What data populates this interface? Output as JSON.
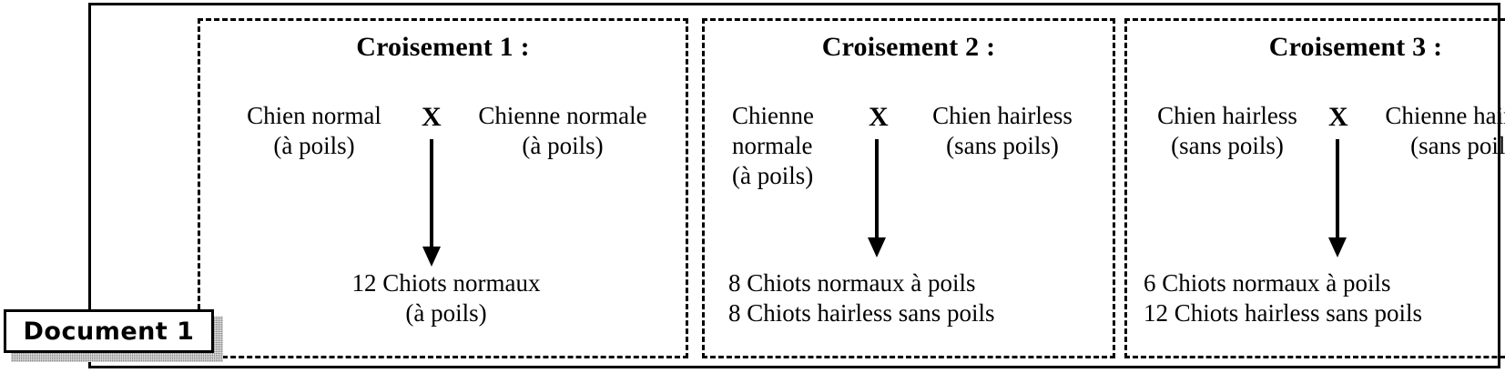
{
  "document_label": "Document 1",
  "panels": [
    {
      "id": "croisement-1",
      "title": "Croisement 1 :",
      "parent_left": {
        "lines": [
          "Chien normal",
          "(à poils)"
        ]
      },
      "cross_symbol": "X",
      "parent_right": {
        "lines": [
          "Chienne normale",
          "(à poils)"
        ]
      },
      "offspring": {
        "lines": [
          "12 Chiots normaux",
          "(à poils)"
        ]
      }
    },
    {
      "id": "croisement-2",
      "title": "Croisement 2 :",
      "parent_left": {
        "lines": [
          "Chienne",
          "normale",
          "(à poils)"
        ]
      },
      "cross_symbol": "X",
      "parent_right": {
        "lines": [
          "Chien hairless",
          "(sans poils)"
        ]
      },
      "offspring": {
        "lines": [
          "8 Chiots normaux à poils",
          "8 Chiots hairless sans poils"
        ]
      }
    },
    {
      "id": "croisement-3",
      "title": "Croisement 3 :",
      "parent_left": {
        "lines": [
          "Chien hairless",
          "(sans poils)"
        ]
      },
      "cross_symbol": "X",
      "parent_right": {
        "lines": [
          "Chienne hairless",
          "(sans poils)"
        ]
      },
      "offspring": {
        "lines": [
          "6 Chiots normaux à poils",
          "12 Chiots hairless sans poils"
        ]
      }
    }
  ],
  "colors": {
    "ink": "#000000",
    "paper": "#ffffff",
    "shadow": "#808080"
  }
}
